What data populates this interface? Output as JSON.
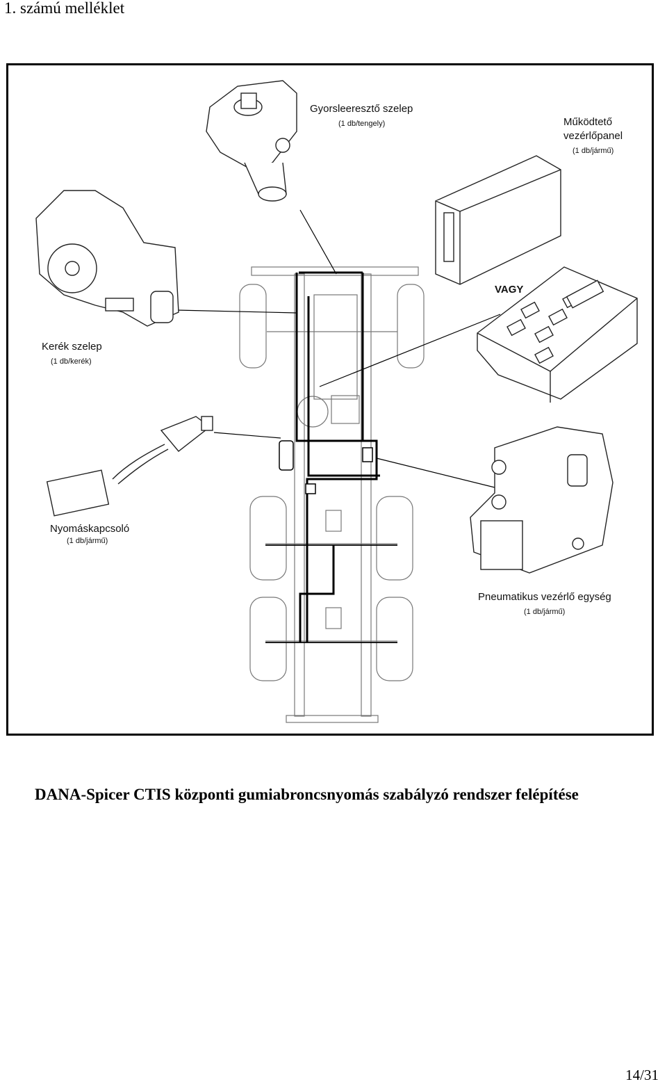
{
  "header": {
    "title": "1. számú melléklet"
  },
  "diagram": {
    "labels": {
      "quick_release_valve": {
        "name": "Gyorsleeresztő szelep",
        "qty": "(1 db/tengely)"
      },
      "operator_panel": {
        "name_line1": "Működtető",
        "name_line2": "vezérlőpanel",
        "qty": "(1 db/jármű)"
      },
      "or_text": "VAGY",
      "wheel_valve": {
        "name": "Kerék szelep",
        "qty": "(1 db/kerék)"
      },
      "pressure_switch": {
        "name": "Nyomáskapcsoló",
        "qty": "(1 db/jármű)"
      },
      "pneumatic_control_unit": {
        "name": "Pneumatikus vezérlő egység",
        "qty": "(1 db/jármű)"
      }
    }
  },
  "caption": "DANA-Spicer CTIS központi gumiabroncsnyomás szabályzó rendszer felépítése",
  "footer": {
    "page": "14/31"
  }
}
